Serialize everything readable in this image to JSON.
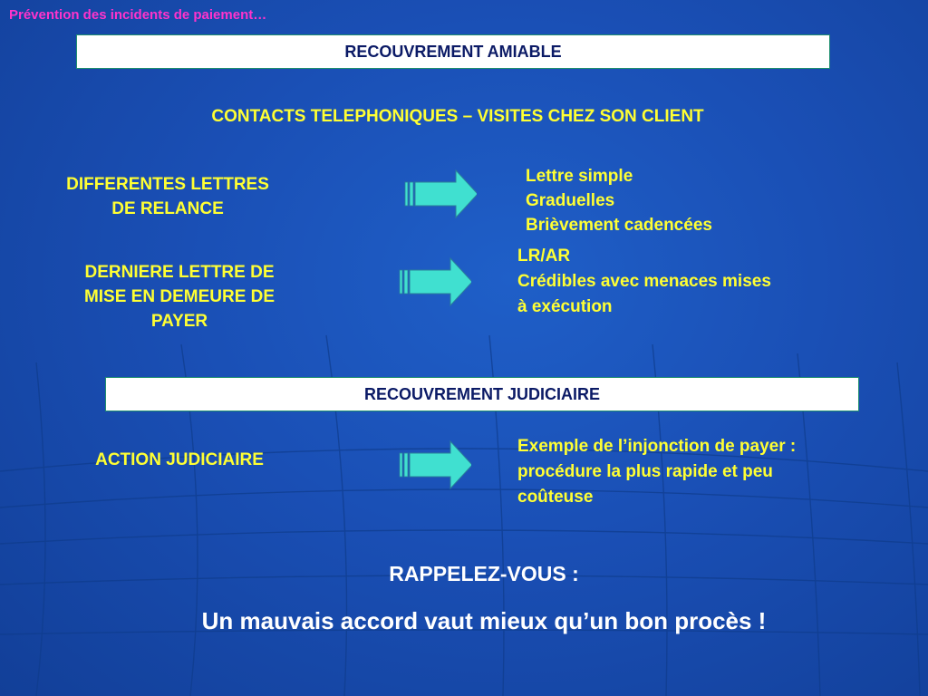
{
  "slide_title": "Prévention des incidents de paiement…",
  "amiable": {
    "heading": "RECOUVREMENT AMIABLE",
    "subtitle": "CONTACTS TELEPHONIQUES – VISITES CHEZ SON CLIENT",
    "row1": {
      "left": [
        "DIFFERENTES LETTRES",
        "DE RELANCE"
      ],
      "right": [
        "Lettre simple",
        "Graduelles",
        "Brièvement cadencées"
      ]
    },
    "row2": {
      "left": [
        "DERNIERE LETTRE DE",
        "MISE EN DEMEURE DE",
        "PAYER"
      ],
      "right": [
        "LR/AR",
        "Crédibles avec menaces mises",
        "à exécution"
      ]
    }
  },
  "judiciaire": {
    "heading": "RECOUVREMENT JUDICIAIRE",
    "row": {
      "left": "ACTION JUDICIAIRE",
      "right": [
        "Exemple de l’injonction de payer :",
        "procédure la plus rapide et peu",
        "coûteuse"
      ]
    }
  },
  "reminder": {
    "title": "RAPPELEZ-VOUS :",
    "quote": "Un mauvais accord vaut mieux qu’un bon procès !"
  },
  "colors": {
    "background": "#1a4fb5",
    "title_pink": "#ff33cc",
    "yellow_text": "#ffff33",
    "box_text": "#0b1a66",
    "arrow_fill": "#40e0d0"
  }
}
